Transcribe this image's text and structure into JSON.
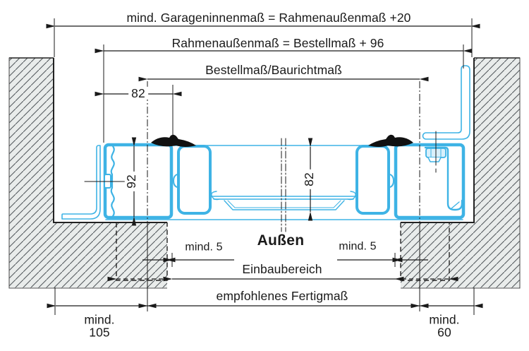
{
  "drawing": {
    "top_dimensions": {
      "garage_inner": "mind. Garageninnenmaß = Rahmenaußenmaß +20",
      "frame_outer": "Rahmenaußenmaß = Bestellmaß + 96",
      "order_dim": "Bestellmaß/Baurichtmaß"
    },
    "profile_dimensions": {
      "frame_width": "82",
      "frame_height": "92",
      "panel_thickness": "82"
    },
    "bottom_dimensions": {
      "outside_label": "Außen",
      "min_gap_left": "mind. 5",
      "min_gap_right": "mind. 5",
      "install_area": "Einbaubereich",
      "finished_dim": "empfohlenes Fertigmaß",
      "min_left_word": "mind.",
      "min_left_value": "105",
      "min_right_word": "mind.",
      "min_right_value": "60"
    },
    "colors": {
      "profile_cyan": "#3eb3e5",
      "profile_fill": "#ffffff",
      "hatch_background": "#e9eceb",
      "line_black": "#1a1a1a",
      "seal_black": "#111111"
    }
  }
}
